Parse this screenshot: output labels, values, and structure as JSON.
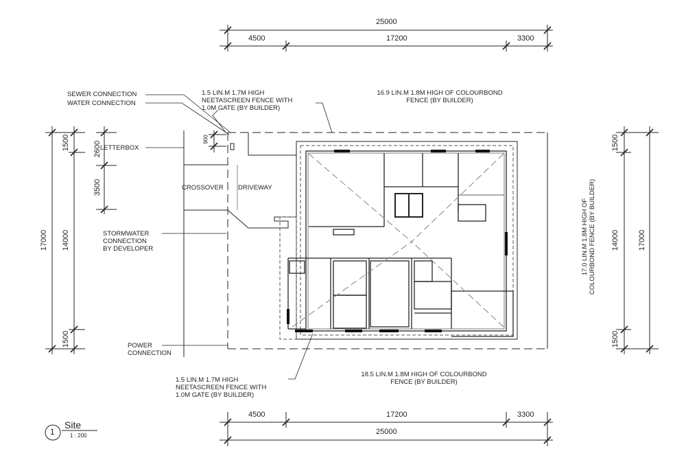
{
  "dimensions": {
    "top_overall": "25000",
    "top_left": "4500",
    "top_mid": "17200",
    "top_right": "3300",
    "bottom_left": "4500",
    "bottom_mid": "17200",
    "bottom_right": "3300",
    "bottom_overall": "25000",
    "left_overall": "17000",
    "left_top": "1500",
    "left_mid": "14000",
    "left_bottom": "1500",
    "left_2600": "2600",
    "left_3500": "3500",
    "left_900": "900",
    "right_overall": "17000",
    "right_top": "1500",
    "right_mid": "14000",
    "right_bottom": "1500"
  },
  "labels": {
    "sewer": "SEWER CONNECTION",
    "water": "WATER CONNECTION",
    "letterbox": "LETTERBOX",
    "stormwater_1": "STORMWATER",
    "stormwater_2": "CONNECTION",
    "stormwater_3": "BY DEVELOPER",
    "power_1": "POWER",
    "power_2": "CONNECTION",
    "crossover": "CROSSOVER",
    "driveway": "DRIVEWAY",
    "fence_top_left_1": "1.5 LIN.M 1.7M HIGH",
    "fence_top_left_2": "NEETASCREEN FENCE WITH",
    "fence_top_left_3": "1.0M GATE (BY BUILDER)",
    "fence_top_right_1": "16.9 LIN.M 1.8M HIGH OF COLOURBOND",
    "fence_top_right_2": "FENCE  (BY BUILDER)",
    "fence_bottom_left_1": "1.5 LIN.M 1.7M HIGH",
    "fence_bottom_left_2": "NEETASCREEN FENCE WITH",
    "fence_bottom_left_3": "1.0M GATE (BY BUILDER)",
    "fence_bottom_right_1": "18.5 LIN.M 1.8M HIGH OF COLOURBOND",
    "fence_bottom_right_2": "FENCE  (BY BUILDER)",
    "fence_right_1": "17.0 LIN.M 1.8M HIGH OF",
    "fence_right_2": "COLOURBOND FENCE  (BY BUILDER)"
  },
  "title_block": {
    "number": "1",
    "title": "Site",
    "scale": "1 : 200"
  }
}
